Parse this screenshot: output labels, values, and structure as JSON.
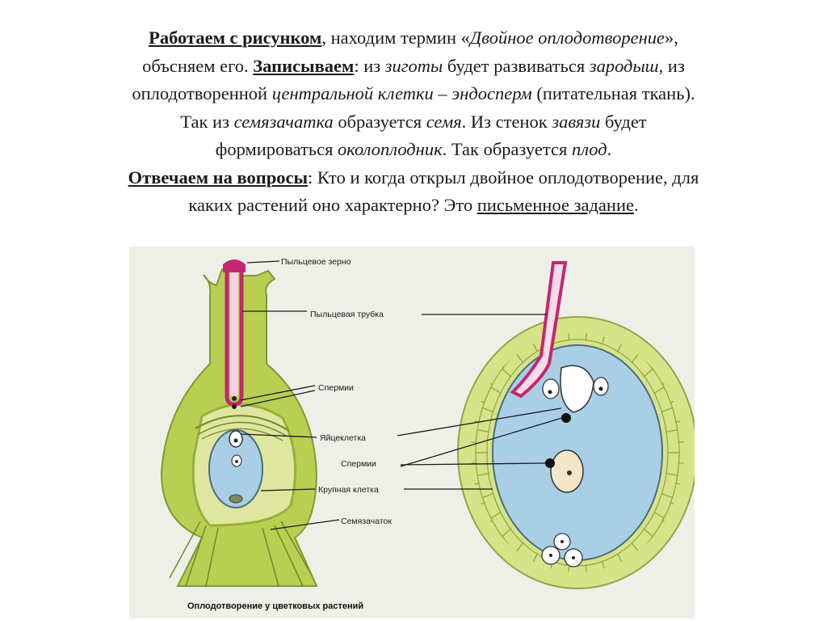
{
  "text": {
    "l1_bold": "Работаем с рисунком",
    "l1_a": ", находим термин «",
    "l1_italic": "Двойное оплодотворение",
    "l1_b": "»,",
    "l2_a": "объсняем его. ",
    "l2_bold": "Записываем",
    "l2_b": ": из ",
    "l2_i1": "зиготы",
    "l2_c": " будет развиваться ",
    "l2_i2": "зародыш",
    "l2_d": ", из",
    "l3_a": "оплодотворенной ",
    "l3_i1": "центральной клетки – эндосперм",
    "l3_b": " (питательная ткань).",
    "l4_a": "Так из ",
    "l4_i1": "семязачатка",
    "l4_b": " образуется ",
    "l4_i2": "семя",
    "l4_c": ".   Из стенок ",
    "l4_i3": "завязи",
    "l4_d": " будет",
    "l5_a": "формироваться ",
    "l5_i1": "околоплодник",
    "l5_b": ". Так образуется ",
    "l5_i2": "плод",
    "l5_c": ".",
    "l6_bold": "Отвечаем на вопросы",
    "l6_a": ": Кто и когда открыл двойное оплодотворение, для",
    "l7_a": "каких растений оно характерно? Это ",
    "l7_u": "письменное задание",
    "l7_b": "."
  },
  "figure": {
    "labels": {
      "pollen_grain": "Пыльцевое зерно",
      "pollen_tube": "Пыльцевая трубка",
      "sperm_1": "Спермии",
      "egg_cell": "Яйцеклетка",
      "sperm_2": "Спермии",
      "large_cell": "Крупная клетка",
      "ovule": "Семязачаток"
    },
    "caption": "Оплодотворение у цветковых растений",
    "colors": {
      "background": "#eef0e8",
      "pistil": "#b8cf52",
      "pistil_dark": "#96b03c",
      "ovule_inner": "#dfe6a0",
      "embryo_sac": "#a9cfe6",
      "tube": "#c4276f",
      "cell_fill": "#d7e389",
      "cell_line": "#8fa848"
    }
  }
}
